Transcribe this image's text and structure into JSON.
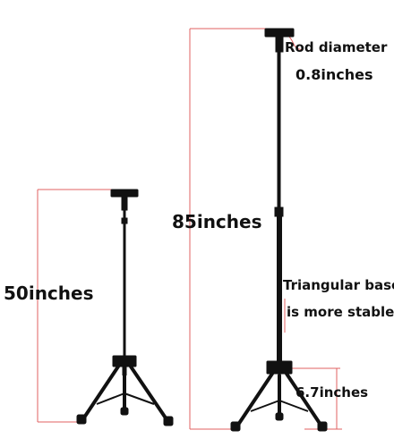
{
  "annotations": {
    "rod_diameter_title": "Rod diameter",
    "rod_diameter_value": "0.8inches",
    "tall_height": "85inches",
    "short_height": "50inches",
    "base_note_line1": "Triangular base",
    "base_note_line2": "is more stable",
    "base_height": "6.7inches"
  },
  "colors": {
    "stand": "#111111",
    "measure_line": "#e06060",
    "text": "#111111"
  }
}
